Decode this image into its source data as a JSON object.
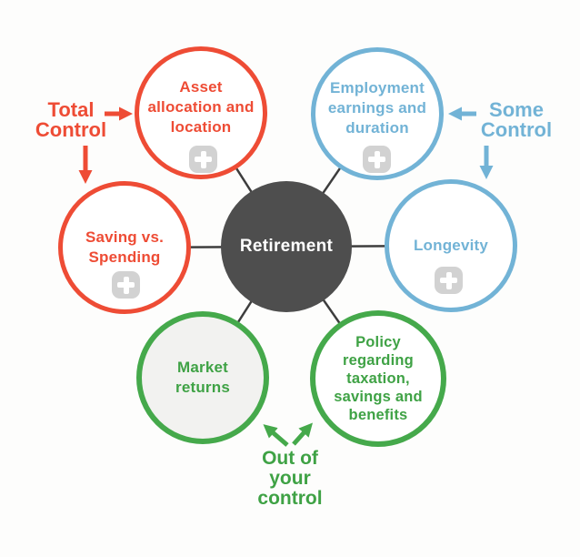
{
  "diagram": {
    "center": {
      "label": "Retirement",
      "fill_color": "#4e4e4e",
      "text_color": "#ffffff"
    },
    "nodes": [
      {
        "id": "asset-allocation",
        "label": "Asset\nallocation and\nlocation",
        "color": "#ee4c35",
        "group": "total-control",
        "has_plus_icon": true
      },
      {
        "id": "employment-earnings",
        "label": "Employment\nearnings and\nduration",
        "color": "#72b3d6",
        "group": "some-control",
        "has_plus_icon": true
      },
      {
        "id": "saving-vs-spending",
        "label": "Saving vs.\nSpending",
        "color": "#ee4c35",
        "group": "total-control",
        "has_plus_icon": true
      },
      {
        "id": "longevity",
        "label": "Longevity",
        "color": "#72b3d6",
        "group": "some-control",
        "has_plus_icon": true
      },
      {
        "id": "market-returns",
        "label": "Market\nreturns",
        "color": "#45a94b",
        "group": "out-of-your-control",
        "has_plus_icon": false
      },
      {
        "id": "policy",
        "label": "Policy\nregarding\ntaxation,\nsavings and\nbenefits",
        "color": "#45a94b",
        "group": "out-of-your-control",
        "has_plus_icon": false
      }
    ],
    "annotations": [
      {
        "id": "total-control",
        "label": "Total\nControl",
        "color": "#ee4c35"
      },
      {
        "id": "some-control",
        "label": "Some\nControl",
        "color": "#72b3d6"
      },
      {
        "id": "out-of-your-control",
        "label": "Out of\nyour\ncontrol",
        "color": "#3fa245"
      }
    ],
    "icons": [
      {
        "name": "plus-icon",
        "glyph": "+",
        "badge_color": "#d2d2d2",
        "glyph_color": "#ffffff"
      }
    ],
    "connector_color": "#3d3d3d"
  }
}
